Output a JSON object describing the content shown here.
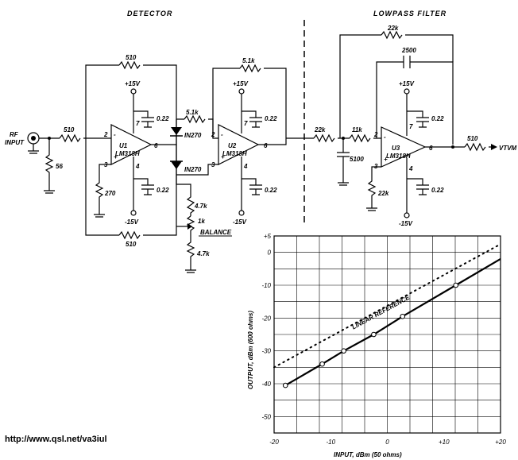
{
  "schematic": {
    "section_detector": "DETECTOR",
    "section_lowpass": "LOWPASS FILTER",
    "input_label_1": "RF",
    "input_label_2": "INPUT",
    "output_label": "VTVM",
    "balance_label": "BALANCE",
    "opamps": [
      {
        "ref": "U1",
        "part": "LM318H"
      },
      {
        "ref": "U2",
        "part": "LM318H"
      },
      {
        "ref": "U3",
        "part": "LM318H"
      }
    ],
    "diode_part": "IN270",
    "supply_pos": "+15V",
    "supply_neg": "-15V",
    "pin_minus": "-",
    "pin_plus": "+",
    "pin2": "2",
    "pin3": "3",
    "pin4": "4",
    "pin6": "6",
    "pin7": "7",
    "values": {
      "r_in": "510",
      "r_56": "56",
      "r_270": "270",
      "r_fb1_top": "510",
      "r_fb1_bot": "510",
      "r_51k_series": "5.1k",
      "r_51k_fb": "5.1k",
      "r_47k_top": "4.7k",
      "r_1k": "1k",
      "r_47k_bot": "4.7k",
      "r_22k_in": "22k",
      "r_11k": "11k",
      "r_22k_fb": "22k",
      "r_22k_gnd": "22k",
      "r_out": "510",
      "c_022": "0.22",
      "c_2500": "2500",
      "c_5100": "5100"
    }
  },
  "url": "http://www.qsl.net/va3iul",
  "chart_data": {
    "type": "line",
    "xlabel": "INPUT, dBm (50 ohms)",
    "ylabel": "OUTPUT, dBm (600 ohms)",
    "xlim": [
      -20,
      20
    ],
    "ylim": [
      -55,
      5
    ],
    "x_ticks": [
      "-20",
      "-10",
      "0",
      "+10",
      "+20"
    ],
    "y_ticks": [
      "+5",
      "0",
      "-10",
      "-20",
      "-30",
      "-40",
      "-50"
    ],
    "grid": true,
    "series": [
      {
        "name": "LINEAR REFERENCE",
        "style": "dotted",
        "x": [
          -20,
          20
        ],
        "y": [
          -35,
          2.5
        ]
      },
      {
        "name": "",
        "style": "solid",
        "markers": true,
        "x": [
          -18,
          -11.5,
          -7.7,
          -2.4,
          2.7,
          12.1,
          20
        ],
        "y": [
          -40.5,
          -34,
          -30,
          -25,
          -19.5,
          -10,
          -2
        ]
      }
    ]
  }
}
